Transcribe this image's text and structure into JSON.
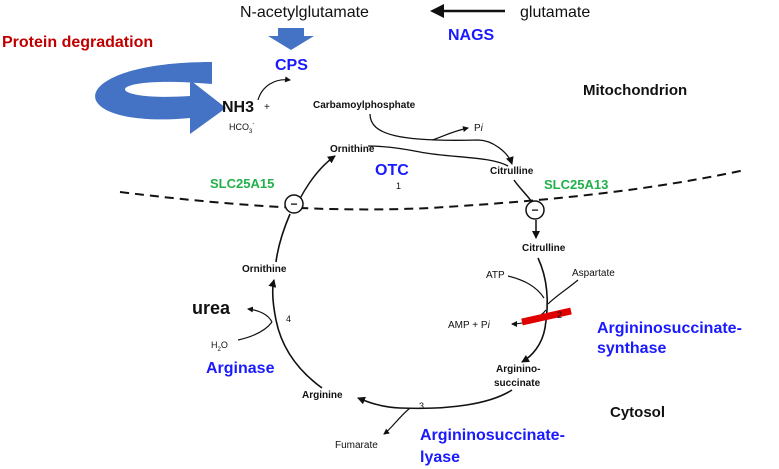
{
  "colors": {
    "enzyme_blue": "#1a1aff",
    "transporter_green": "#22b04a",
    "degradation_red": "#c00000",
    "block_red": "#e00000",
    "big_arrow_blue": "#4472c4",
    "line": "#111111"
  },
  "top": {
    "nacetylglutamate": "N-acetylglutamate",
    "glutamate": "glutamate",
    "nags": "NAGS"
  },
  "mito": {
    "protein_degradation": "Protein degradation",
    "cps": "CPS",
    "nh3": "NH3",
    "plus": "+",
    "hco3_base": "HCO",
    "hco3_sub": "3",
    "hco3_sup": "-",
    "carbamoylphosphate": "Carbamoylphosphate",
    "pi_p": "P",
    "pi_i": "i",
    "mitochondrion": "Mitochondrion",
    "ornithine": "Ornithine",
    "otc": "OTC",
    "step1": "1",
    "citrulline": "Citrulline"
  },
  "membrane": {
    "slc25a15": "SLC25A15",
    "slc25a13": "SLC25A13",
    "minus": "−"
  },
  "cytosol": {
    "citrulline": "Citrulline",
    "atp": "ATP",
    "aspartate": "Aspartate",
    "amp_pi_prefix": "AMP + ",
    "amp_pi_p": "P",
    "amp_pi_i": "i",
    "step2": "2",
    "ass_line1": "Argininosuccinate-",
    "ass_line2": "synthase",
    "argininosuccinate_line1": "Arginino-",
    "argininosuccinate_line2": "succinate",
    "step3": "3",
    "cytosol": "Cytosol",
    "asl_line1": "Argininosuccinate-",
    "asl_line2": "lyase",
    "fumarate": "Fumarate",
    "arginine": "Arginine",
    "arginase": "Arginase",
    "h2o_h": "H",
    "h2o_2": "2",
    "h2o_o": "O",
    "step4": "4",
    "urea": "urea",
    "ornithine": "Ornithine"
  }
}
